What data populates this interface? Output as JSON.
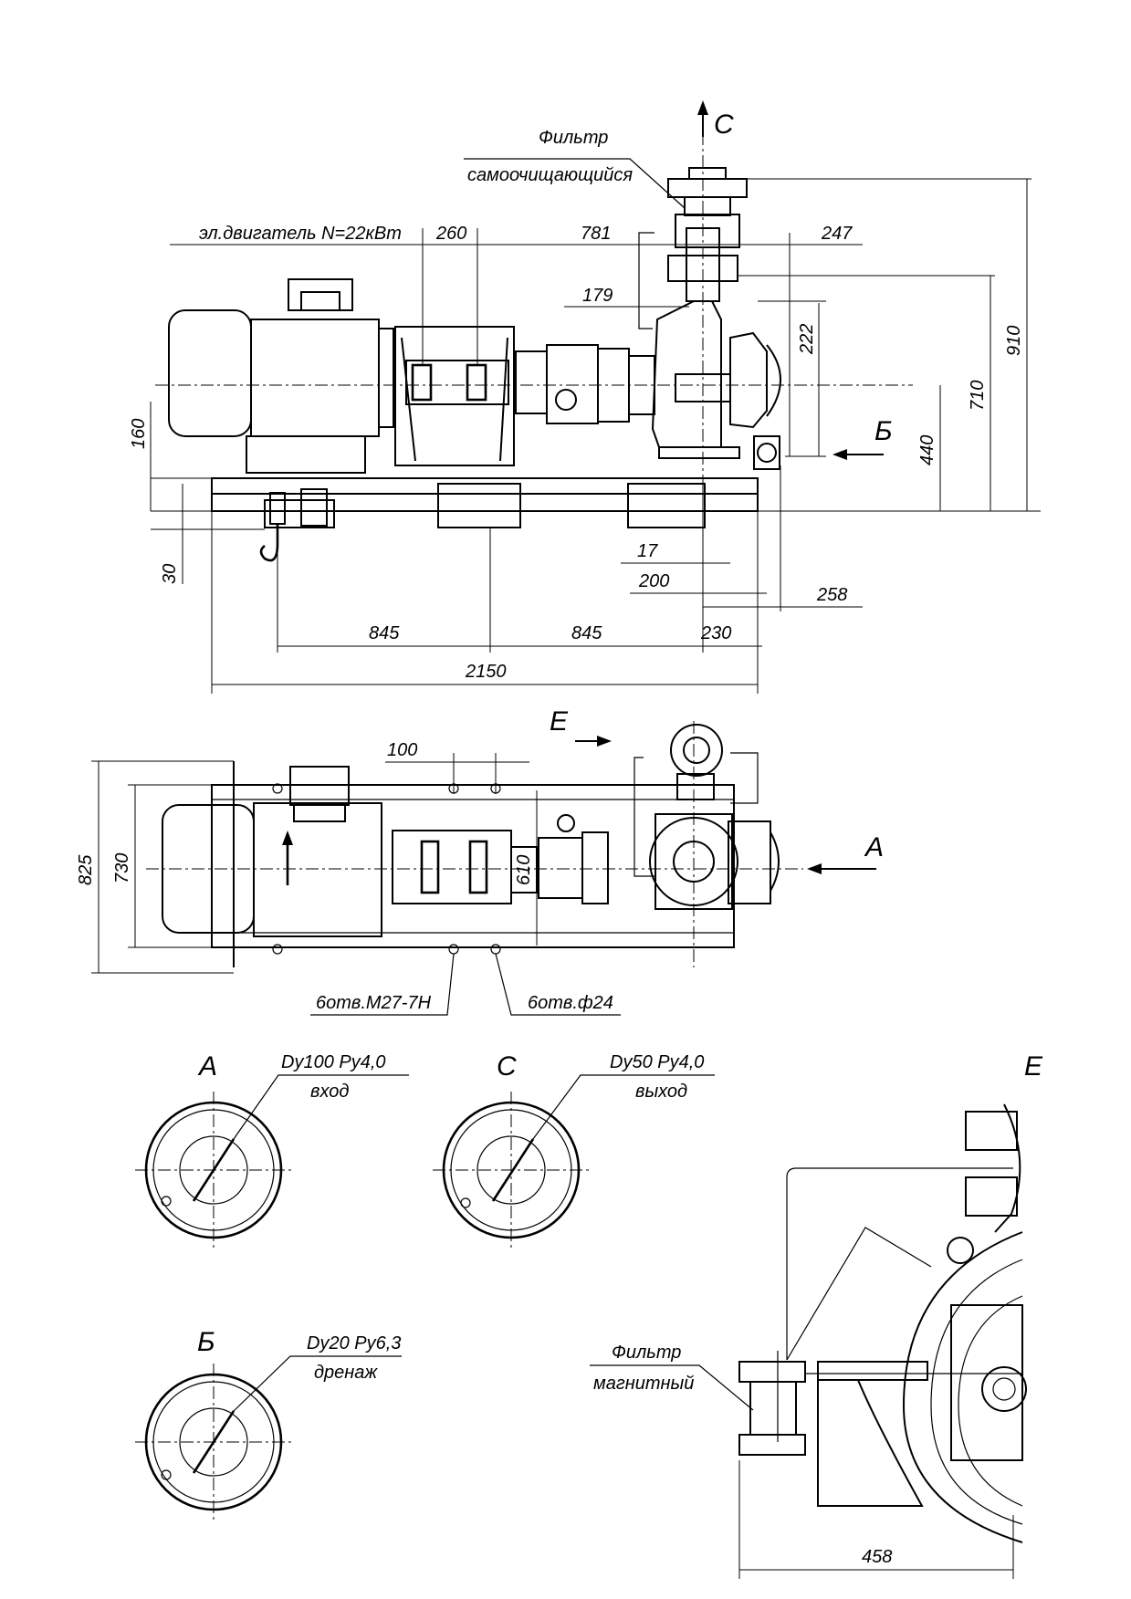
{
  "labels": {
    "filter_self_cleaning_line1": "Фильтр",
    "filter_self_cleaning_line2": "самоочищающийся",
    "motor": "эл.двигатель N=22кВт",
    "filter_magnetic_line1": "Фильтр",
    "filter_magnetic_line2": "магнитный",
    "holes_thread": "6отв.М27-7Н",
    "holes_dia": "6отв.ф24"
  },
  "view_letters": {
    "c_top": "С",
    "b_side": "Б",
    "e_arrow": "Е",
    "a_arrow": "А",
    "a_view": "А",
    "c_view": "С",
    "b_view": "Б",
    "e_view": "Е"
  },
  "flanges": {
    "a_size": "Dy100 Py4,0",
    "a_purpose": "вход",
    "c_size": "Dy50 Py4,0",
    "c_purpose": "выход",
    "b_size": "Dy20 Py6,3",
    "b_purpose": "дренаж"
  },
  "dimensions": {
    "d260": "260",
    "d781": "781",
    "d247": "247",
    "d179": "179",
    "d222": "222",
    "d910": "910",
    "d710": "710",
    "d440": "440",
    "d160": "160",
    "d30": "30",
    "d17": "17",
    "d200": "200",
    "d258": "258",
    "d845a": "845",
    "d845b": "845",
    "d230": "230",
    "d2150": "2150",
    "d100": "100",
    "d825": "825",
    "d730": "730",
    "d610": "610",
    "d458": "458"
  }
}
